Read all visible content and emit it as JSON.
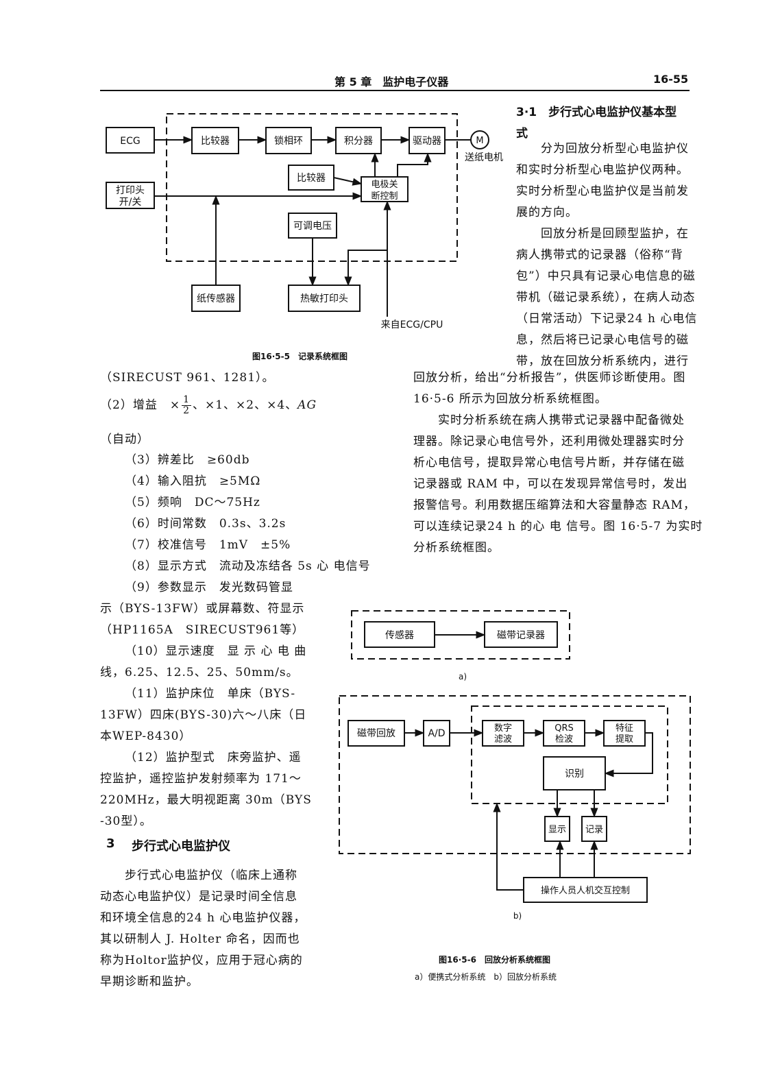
{
  "header": {
    "chapter": "第 5 章　监护电子仪器",
    "page": "16-55"
  },
  "fig5": {
    "ecg": "ECG",
    "comp1": "比较器",
    "pll": "锁相环",
    "integrator": "积分器",
    "driver": "驱动器",
    "motor_symbol": "M",
    "motor_label": "送纸电机",
    "printhead_sw_1": "打印头",
    "printhead_sw_2": "开/关",
    "comp2": "比较器",
    "ctrl_1": "电极关",
    "ctrl_2": "断控制",
    "adj_voltage": "可调电压",
    "paper_sensor": "纸传感器",
    "thermal_head": "热敏打印头",
    "from_cpu": "来自ECG/CPU",
    "caption": "图16·5-5　记录系统框图"
  },
  "right": {
    "heading_1": "3·1　步行式心电监护仪基本型",
    "heading_2": "式",
    "lines": [
      "　　分为回放分析型心电监护仪",
      "和实时分析型心电监护仪两种。",
      "实时分析型心电监护仪是当前发",
      "展的方向。",
      "　　回放分析是回顾型监护，在",
      "病人携带式的记录器（俗称“背",
      "包”）中只具有记录心电信息的磁",
      "带机（磁记录系统），在病人动态",
      "（日常活动）下记录24 h 心电信",
      "息，然后将已记录心电信号的磁",
      "带，放在回放分析系统内，进行"
    ],
    "wide_lines": [
      "回放分析，给出“分析报告”，供医师诊断使用。图",
      "16·5-6 所示为回放分析系统框图。",
      "　　实时分析系统在病人携带式记录器中配备微处",
      "理器。除记录心电信号外，还利用微处理器实时分",
      "析心电信号，提取异常心电信号片断，并存储在磁",
      "记录器或 RAM 中，可以在发现异常信号时，发出",
      "报警信号。利用数据压缩算法和大容量静态 RAM，",
      "可以连续记录24 h 的心 电 信号。图 16·5-7 为实时",
      "分析系统框图。"
    ]
  },
  "left": {
    "line_0": "（SIRECUST 961、1281）。",
    "gain_prefix": "（2）增益　×",
    "gain_num": "1",
    "gain_den": "2",
    "gain_suffix": "、×1、×2、×4、",
    "gain_ag": "AG",
    "gain_auto": "（自动）",
    "specs": [
      "（3）辨差比　≥60db",
      "（4）输入阻抗　≥5MΩ",
      "（5）频响　DC～75Hz",
      "（6）时间常数　0.3s、3.2s",
      "（7）校准信号　1mV　±5%",
      "（8）显示方式　流动及冻结各 5s 心 电信号",
      "（9）参数显示　发光数码管显",
      "示（BYS-13FW）或屏幕数、符显示",
      "（HP1165A　SIRECUST961等）",
      "（10）显示速度　显 示 心 电 曲",
      "线，6.25、12.5、25、50mm/s。",
      "（11）监护床位　单床（BYS-",
      "13FW）四床(BYS-30)六～八床（日",
      "本WEP-8430）",
      "（12）监护型式　床旁监护、遥",
      "控监护，遥控监护发射频率为 171～",
      "220MHz，最大明视距离 30m（BYS",
      "-30型）。"
    ],
    "section_num": "3",
    "section_title": "步行式心电监护仪",
    "body": [
      "　　步行式心电监护仪（临床上通称",
      "动态心电监护仪）是记录时间全信息",
      "和环境全信息的24 h 心电监护仪器，",
      "其以研制人 J. Holter 命名，因而也",
      "称为Holtor监护仪，应用于冠心病的",
      "早期诊断和监护。"
    ]
  },
  "fig6": {
    "sensor": "传感器",
    "tape_rec": "磁带记录器",
    "label_a": "a)",
    "tape_play": "磁带回放",
    "ad": "A/D",
    "dig_1": "数字",
    "dig_2": "滤波",
    "qrs_1": "QRS",
    "qrs_2": "检波",
    "feat_1": "特征",
    "feat_2": "提取",
    "recog": "识别",
    "display": "显示",
    "record": "记录",
    "operator": "操作人员人机交互控制",
    "label_b": "b)",
    "caption": "图16·5-6　回放分析系统框图",
    "subcaption": "a）便携式分析系统　b）回放分析系统"
  }
}
